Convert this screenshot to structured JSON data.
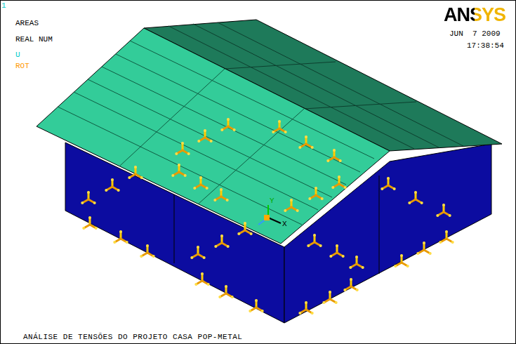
{
  "diagram": {
    "caption": "ANÁLISE DE TENSÕES DO PROJETO CASA POP-METAL",
    "labels": [
      "1",
      "AREAS",
      "REAL NUM",
      "U",
      "ROT",
      "ANSYS",
      "JUN  7 2009",
      "17:38:54",
      "Y",
      "X"
    ]
  }
}
